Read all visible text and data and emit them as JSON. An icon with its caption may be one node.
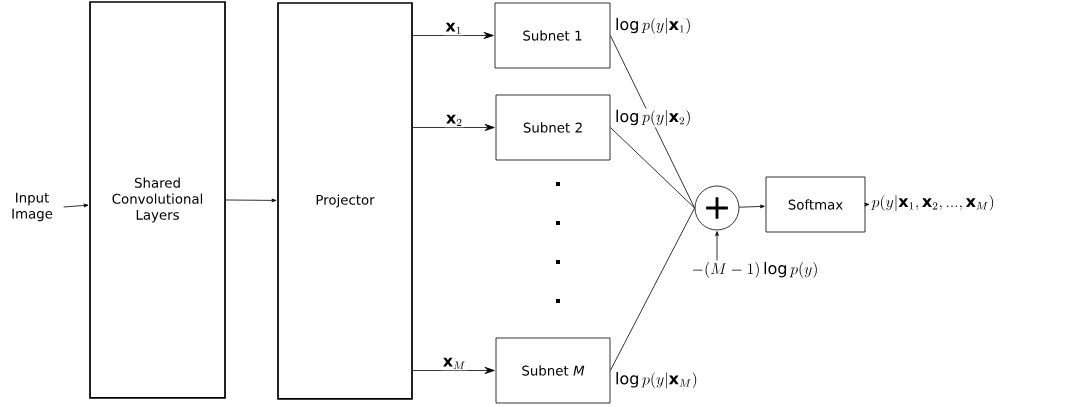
{
  "diagram": {
    "nodes": [
      {
        "text": [
          "Input Image"
        ]
      },
      {
        "text": [
          "Shared Convolutional Layers"
        ]
      },
      {
        "text": [
          "Projector"
        ]
      },
      {
        "text": [
          "Subnet 1"
        ]
      },
      {
        "text": [
          "Subnet 2"
        ]
      },
      {
        "text": [
          "Subnet *M*"
        ]
      },
      {
        "text": [
          "+"
        ]
      },
      {
        "text": [
          "Softmax"
        ]
      },
      {
        "text": [
          "p(y|\\mathbf{x}_1, \\mathbf{x}_2, ..., \\mathbf{x}_M)"
        ]
      },
      {
        "text": [
          "-(M-1)\\log p(y)"
        ]
      }
    ],
    "edges": [
      {
        "from": 0,
        "to": 1,
        "arrow": "to"
      },
      {
        "from": 1,
        "to": 2,
        "arrow": "to"
      },
      {
        "from": 2,
        "to": 3,
        "arrow": "to",
        "label": "\\mathbf{x}_1"
      },
      {
        "from": 2,
        "to": 4,
        "arrow": "to",
        "label": "\\mathbf{x}_2"
      },
      {
        "from": 2,
        "to": 5,
        "arrow": "to",
        "label": "\\mathbf{x}_M"
      },
      {
        "from": 3,
        "to": 6,
        "arrow": "none",
        "label": "\\log p(y|\\mathbf{x}_1)"
      },
      {
        "from": 4,
        "to": 6,
        "arrow": "none",
        "label": "\\log p(y|\\mathbf{x}_2)"
      },
      {
        "from": 5,
        "to": 6,
        "arrow": "none",
        "label": "\\log p(y|\\mathbf{x}_M)"
      },
      {
        "from": 9,
        "to": 6,
        "arrow": "to"
      },
      {
        "from": 6,
        "to": 7,
        "arrow": "to"
      },
      {
        "from": 7,
        "to": 8,
        "arrow": "to"
      }
    ]
  }
}
